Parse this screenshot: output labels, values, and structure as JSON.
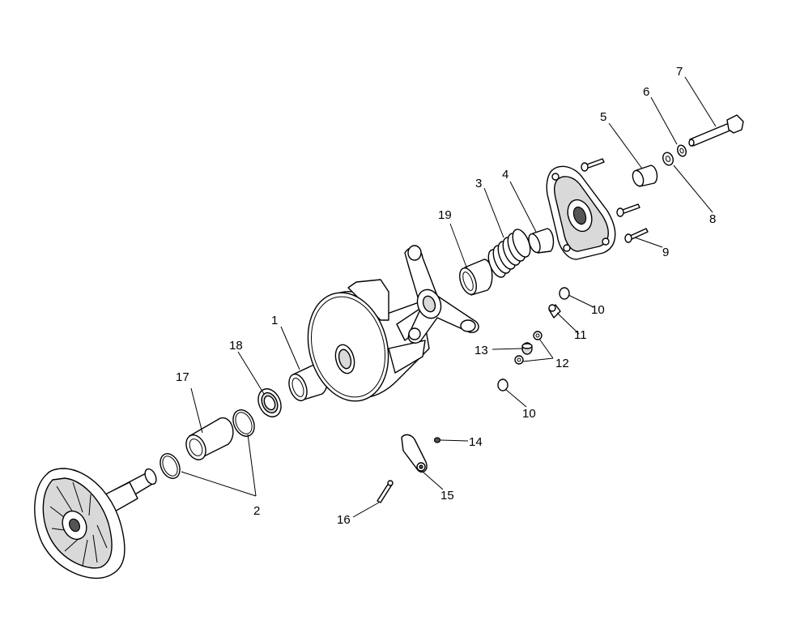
{
  "callouts": [
    {
      "id": "1",
      "label": "1"
    },
    {
      "id": "2",
      "label": "2"
    },
    {
      "id": "3",
      "label": "3"
    },
    {
      "id": "4",
      "label": "4"
    },
    {
      "id": "5",
      "label": "5"
    },
    {
      "id": "6",
      "label": "6"
    },
    {
      "id": "7",
      "label": "7"
    },
    {
      "id": "8",
      "label": "8"
    },
    {
      "id": "9",
      "label": "9"
    },
    {
      "id": "10a",
      "label": "10"
    },
    {
      "id": "10b",
      "label": "10"
    },
    {
      "id": "11",
      "label": "11"
    },
    {
      "id": "12",
      "label": "12"
    },
    {
      "id": "13",
      "label": "13"
    },
    {
      "id": "14",
      "label": "14"
    },
    {
      "id": "15",
      "label": "15"
    },
    {
      "id": "16",
      "label": "16"
    },
    {
      "id": "17",
      "label": "17"
    },
    {
      "id": "18",
      "label": "18"
    },
    {
      "id": "19",
      "label": "19"
    }
  ]
}
